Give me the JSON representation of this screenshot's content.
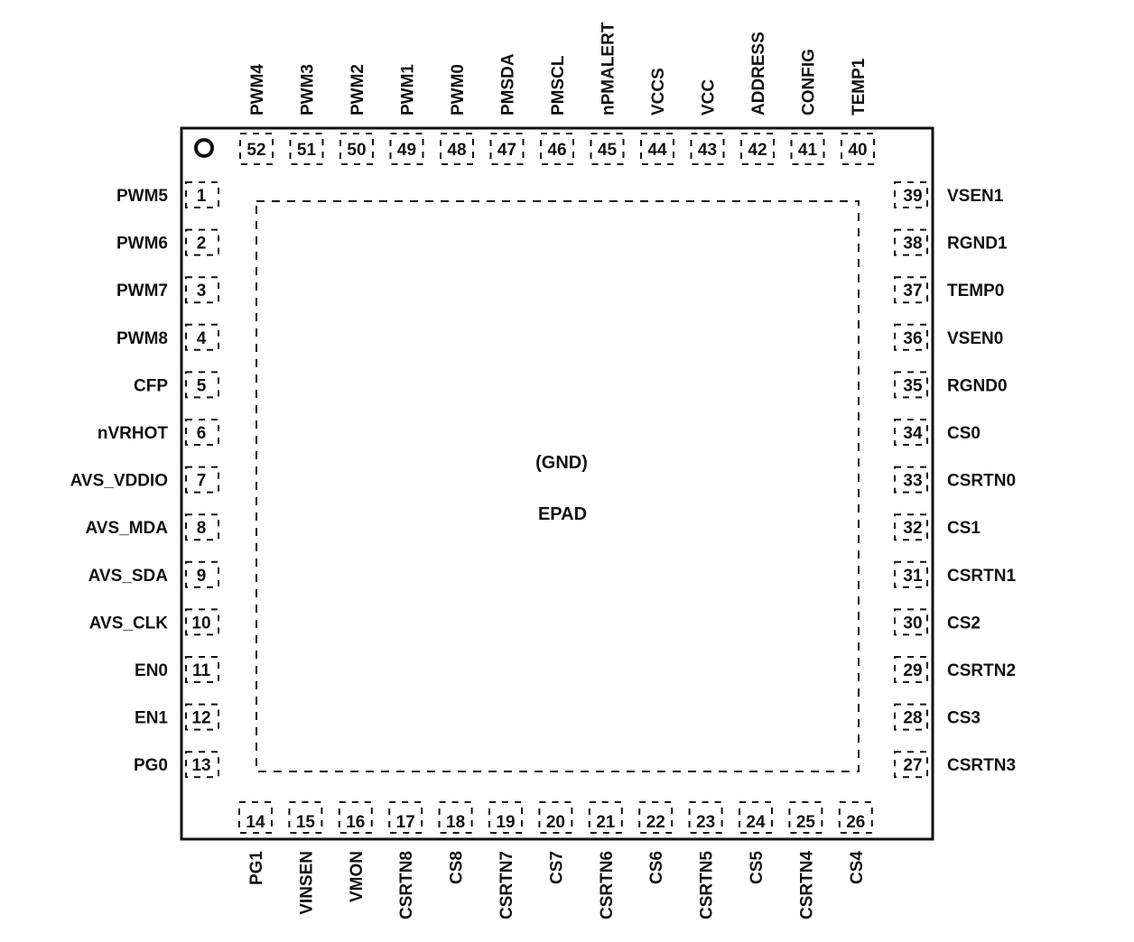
{
  "package": {
    "epad_lines": [
      "(GND)",
      "EPAD"
    ],
    "pins_left": [
      {
        "num": "1",
        "name": "PWM5"
      },
      {
        "num": "2",
        "name": "PWM6"
      },
      {
        "num": "3",
        "name": "PWM7"
      },
      {
        "num": "4",
        "name": "PWM8"
      },
      {
        "num": "5",
        "name": "CFP"
      },
      {
        "num": "6",
        "name": "nVRHOT"
      },
      {
        "num": "7",
        "name": "AVS_VDDIO"
      },
      {
        "num": "8",
        "name": "AVS_MDA"
      },
      {
        "num": "9",
        "name": "AVS_SDA"
      },
      {
        "num": "10",
        "name": "AVS_CLK"
      },
      {
        "num": "11",
        "name": "EN0"
      },
      {
        "num": "12",
        "name": "EN1"
      },
      {
        "num": "13",
        "name": "PG0"
      }
    ],
    "pins_bottom": [
      {
        "num": "14",
        "name": "PG1"
      },
      {
        "num": "15",
        "name": "VINSEN"
      },
      {
        "num": "16",
        "name": "VMON"
      },
      {
        "num": "17",
        "name": "CSRTN8"
      },
      {
        "num": "18",
        "name": "CS8"
      },
      {
        "num": "19",
        "name": "CSRTN7"
      },
      {
        "num": "20",
        "name": "CS7"
      },
      {
        "num": "21",
        "name": "CSRTN6"
      },
      {
        "num": "22",
        "name": "CS6"
      },
      {
        "num": "23",
        "name": "CSRTN5"
      },
      {
        "num": "24",
        "name": "CS5"
      },
      {
        "num": "25",
        "name": "CSRTN4"
      },
      {
        "num": "26",
        "name": "CS4"
      }
    ],
    "pins_right": [
      {
        "num": "27",
        "name": "CSRTN3"
      },
      {
        "num": "28",
        "name": "CS3"
      },
      {
        "num": "29",
        "name": "CSRTN2"
      },
      {
        "num": "30",
        "name": "CS2"
      },
      {
        "num": "31",
        "name": "CSRTN1"
      },
      {
        "num": "32",
        "name": "CS1"
      },
      {
        "num": "33",
        "name": "CSRTN0"
      },
      {
        "num": "34",
        "name": "CS0"
      },
      {
        "num": "35",
        "name": "RGND0"
      },
      {
        "num": "36",
        "name": "VSEN0"
      },
      {
        "num": "37",
        "name": "TEMP0"
      },
      {
        "num": "38",
        "name": "RGND1"
      },
      {
        "num": "39",
        "name": "VSEN1"
      }
    ],
    "pins_top": [
      {
        "num": "40",
        "name": "TEMP1"
      },
      {
        "num": "41",
        "name": "CONFIG"
      },
      {
        "num": "42",
        "name": "ADDRESS"
      },
      {
        "num": "43",
        "name": "VCC"
      },
      {
        "num": "44",
        "name": "VCCS"
      },
      {
        "num": "45",
        "name": "nPMALERT"
      },
      {
        "num": "46",
        "name": "PMSCL"
      },
      {
        "num": "47",
        "name": "PMSDA"
      },
      {
        "num": "48",
        "name": "PWM0"
      },
      {
        "num": "49",
        "name": "PWM1"
      },
      {
        "num": "50",
        "name": "PWM2"
      },
      {
        "num": "51",
        "name": "PWM3"
      },
      {
        "num": "52",
        "name": "PWM4"
      }
    ]
  }
}
